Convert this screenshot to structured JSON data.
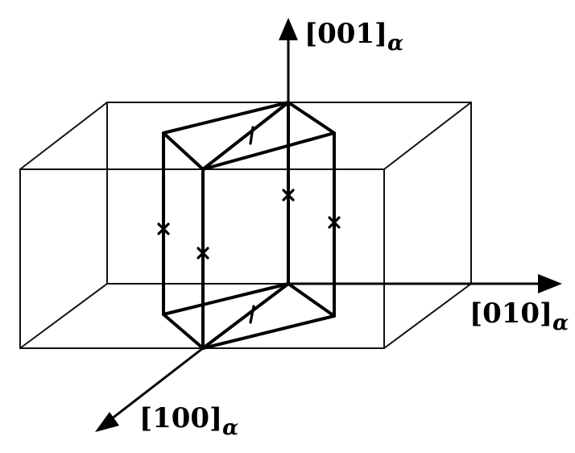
{
  "axes": {
    "z_axis": {
      "label": "[001]",
      "subscript": "α"
    },
    "y_axis": {
      "label": "[010]",
      "subscript": "α"
    },
    "x_axis": {
      "label": "[100]",
      "subscript": "α"
    }
  },
  "colors": {
    "ink": "#000000",
    "background": "#ffffff"
  }
}
